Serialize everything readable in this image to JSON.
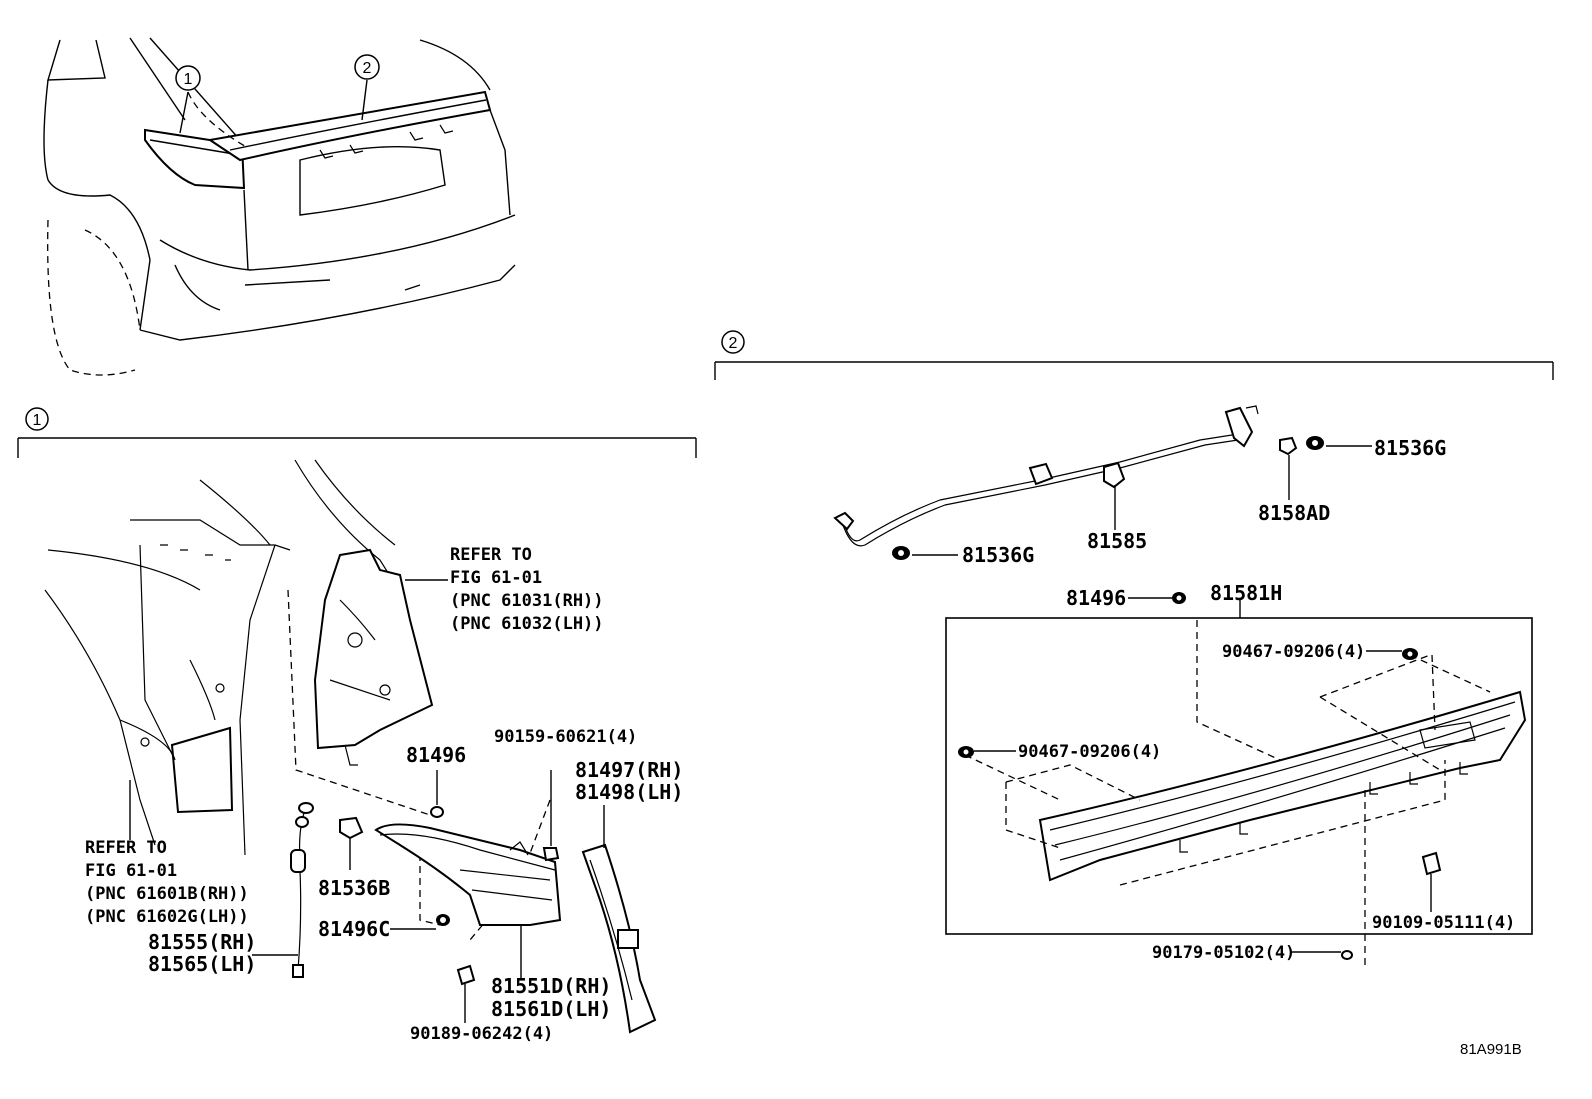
{
  "callouts": {
    "c1": "1",
    "c2": "2"
  },
  "section1": {
    "refer_left": [
      "REFER TO",
      "FIG 61-01",
      "(PNC 61601B(RH))",
      "(PNC 61602G(LH))"
    ],
    "refer_right": [
      "REFER TO",
      "FIG 61-01",
      "(PNC 61031(RH))",
      "(PNC 61032(LH))"
    ],
    "parts": {
      "p81496": "81496",
      "p90159": "90159-60621(4)",
      "p81497": "81497(RH)",
      "p81498": "81498(LH)",
      "p81536B": "81536B",
      "p81496C": "81496C",
      "p81555": "81555(RH)",
      "p81565": "81565(LH)",
      "p81551D": "81551D(RH)",
      "p81561D": "81561D(LH)",
      "p90189": "90189-06242(4)"
    }
  },
  "section2": {
    "parts": {
      "p81536G_a": "81536G",
      "p8158AD": "8158AD",
      "p81585": "81585",
      "p81536G_b": "81536G",
      "p81496": "81496",
      "p81581H": "81581H",
      "p90467_a": "90467-09206(4)",
      "p90467_b": "90467-09206(4)",
      "p90109": "90109-05111(4)",
      "p90179": "90179-05102(4)"
    }
  },
  "figure_code": "81A991B"
}
